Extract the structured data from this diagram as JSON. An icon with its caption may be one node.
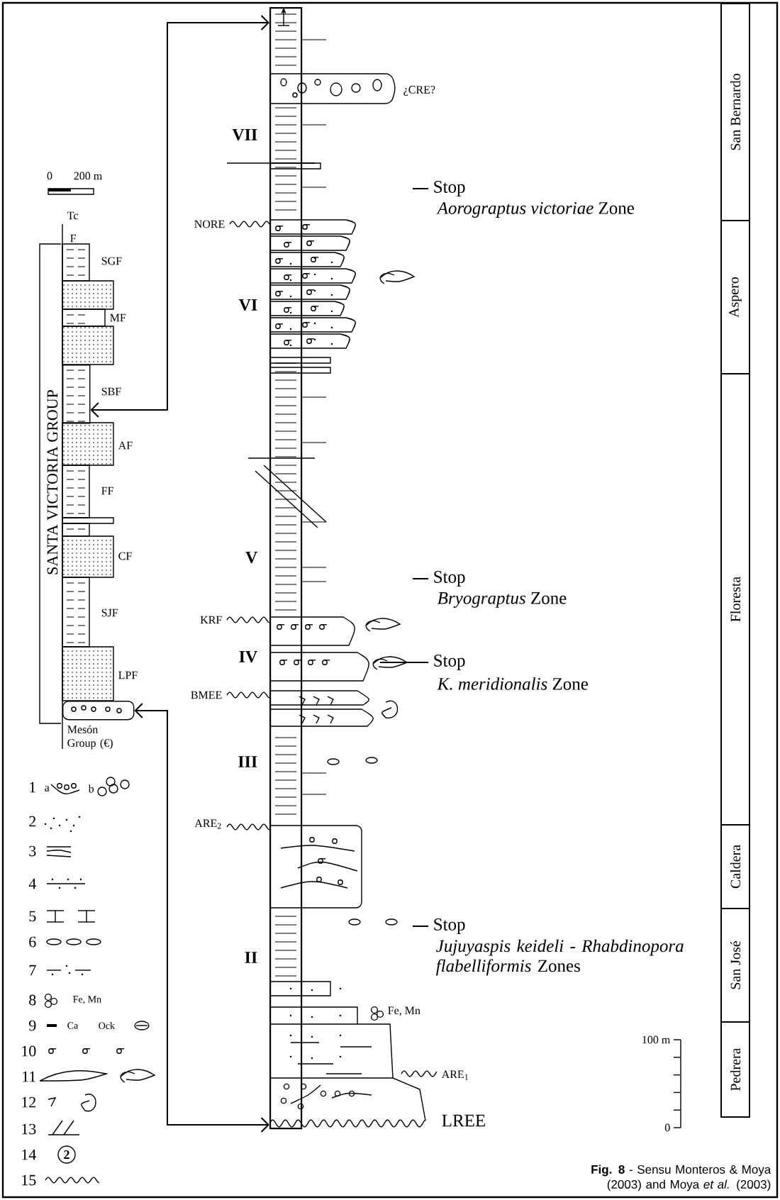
{
  "diagram": {
    "caption": "**Fig. 8** - Sensu Monteros & Moya (2003) and Moya *et al.* (2003)",
    "nodes": [
      {
        "text": [],
        "shape": "box",
        "beside": [
          "SBF"
        ]
      },
      {
        "text": [],
        "shape": "box",
        "beside": [
          "Mesón Group (€)"
        ]
      },
      {
        "text": [],
        "shape": "bar"
      },
      {
        "text": [
          "San Bernardo"
        ]
      },
      {
        "text": [
          "Aspero"
        ]
      },
      {
        "text": [
          "Floresta"
        ]
      },
      {
        "text": [
          "Caldera"
        ]
      },
      {
        "text": [
          "San José"
        ]
      },
      {
        "text": [
          "Pedrera"
        ]
      }
    ],
    "edges": [
      {
        "from": 0,
        "to": 2,
        "arrow": "both"
      },
      {
        "from": 1,
        "to": 2,
        "arrow": "both"
      }
    ],
    "labels": [
      "0",
      "200 m",
      "Tc",
      "F",
      "SGF",
      "MF",
      "AF",
      "FF",
      "CF",
      "SJF",
      "LPF",
      "SANTA VICTORIA GROUP",
      "¿CRE?",
      "VII",
      "Stop",
      "*Aorograptus victoriae* Zone",
      "NORE",
      "VI",
      "V",
      "Stop",
      "*Bryograptus* Zone",
      "KRF",
      "IV",
      "Stop",
      "*K. meridionalis* Zone",
      "BMEE",
      "III",
      "ARE$_{2}$",
      "Stop",
      "*Jujuyaspis keideli - Rhabdinopora flabelliformis* Zones",
      "II",
      "Fe, Mn",
      "100 m",
      "0",
      "ARE$_{1}$",
      "LREE",
      "a",
      "b",
      "Fe, Mn",
      "Ca",
      "Ock",
      "2"
    ],
    "legend": [
      {
        "text": "1"
      },
      {
        "text": "2"
      },
      {
        "text": "3"
      },
      {
        "text": "4"
      },
      {
        "text": "5"
      },
      {
        "text": "6"
      },
      {
        "text": "7"
      },
      {
        "text": "8"
      },
      {
        "text": "9"
      },
      {
        "text": "10"
      },
      {
        "text": "11"
      },
      {
        "text": "12"
      },
      {
        "text": "13"
      },
      {
        "text": "14"
      },
      {
        "text": "15"
      }
    ]
  }
}
